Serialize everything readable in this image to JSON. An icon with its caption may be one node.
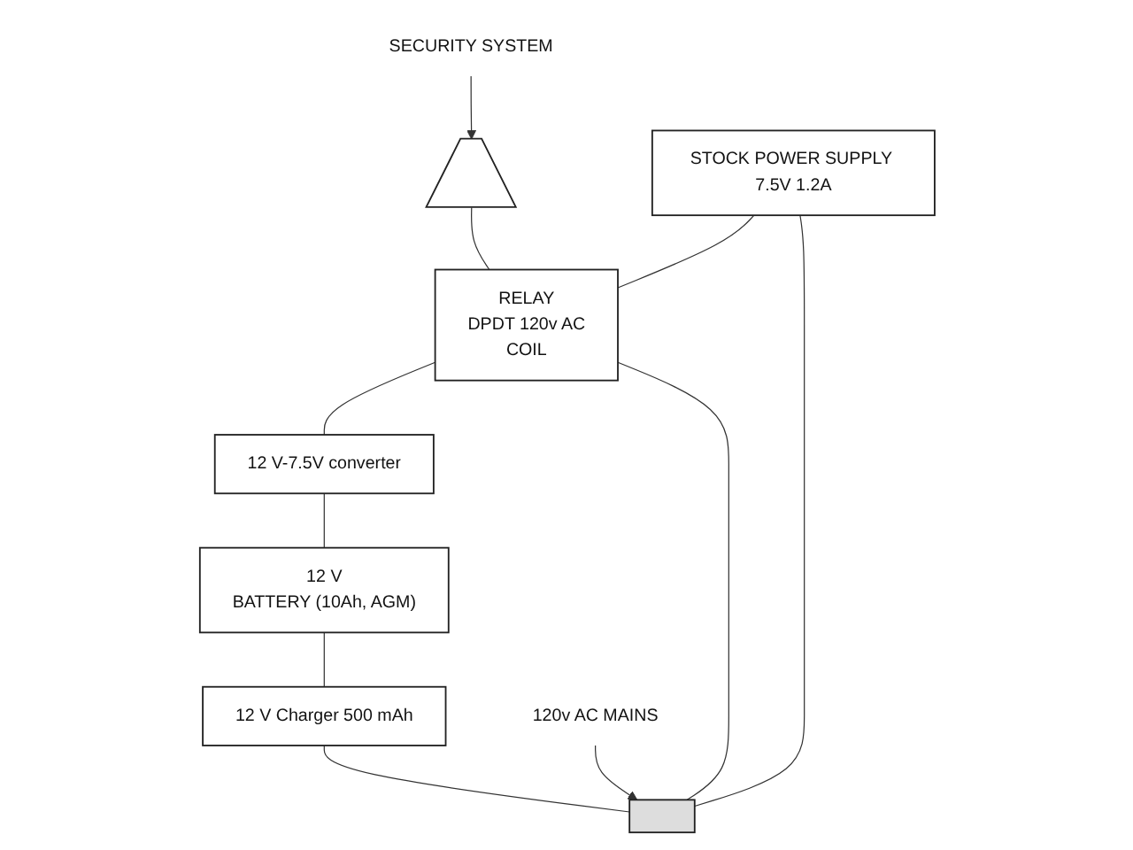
{
  "diagram": {
    "nodes": [
      {
        "text": [
          "SECURITY SYSTEM"
        ]
      },
      {
        "text": [],
        "shape": "cone"
      },
      {
        "text": [
          "RELAY",
          "DPDT 120v AC",
          "COIL"
        ]
      },
      {
        "text": [
          "12 V-7.5V converter"
        ]
      },
      {
        "text": [
          "12 V",
          "BATTERY (10Ah, AGM)"
        ]
      },
      {
        "text": [
          "STOCK POWER SUPPLY 7.5V 1.2A"
        ]
      },
      {
        "text": [
          "12 V Charger 500 mAh"
        ]
      },
      {
        "text": [
          "120v AC MAINS"
        ]
      },
      {
        "text": [],
        "shape": "bar"
      }
    ],
    "edges": [
      {
        "from": 0,
        "to": 1,
        "arrow": "to"
      },
      {
        "from": 1,
        "to": 2,
        "arrow": "none"
      },
      {
        "from": 2,
        "to": 3,
        "arrow": "none"
      },
      {
        "from": 3,
        "to": 4,
        "arrow": "none"
      },
      {
        "from": 5,
        "to": 2,
        "arrow": "none"
      },
      {
        "from": 4,
        "to": 6,
        "arrow": "none"
      },
      {
        "from": 7,
        "to": 8,
        "arrow": "to"
      },
      {
        "from": 5,
        "to": 8,
        "arrow": "none"
      },
      {
        "from": 2,
        "to": 8,
        "arrow": "none"
      },
      {
        "from": 6,
        "to": 8,
        "arrow": "none"
      }
    ]
  }
}
